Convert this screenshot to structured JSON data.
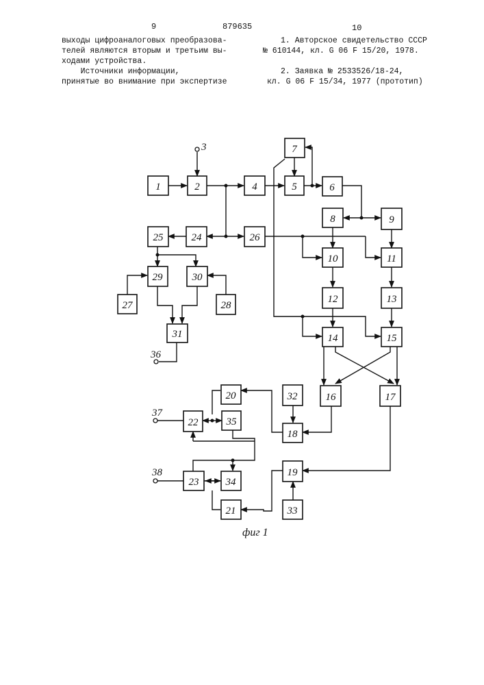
{
  "header": {
    "page_left": "9",
    "patent_number": "879635",
    "page_right": "10"
  },
  "left_column": [
    "выходы цифроаналоговых преобразова-",
    "телей являются вторым и третьим вы-",
    "ходами устройства.",
    "    Источники информации,",
    "принятые во внимание при экспертизе"
  ],
  "right_column": [
    "1. Авторское свидетельство СССР",
    "№ 610144, кл. G 06 F 15/20, 1978.",
    "",
    "2. Заявка № 2533526/18-24,",
    "кл. G 06 F 15/34, 1977 (прототип)"
  ],
  "figure": {
    "caption": "фиг 1",
    "blocks": [
      "1",
      "2",
      "4",
      "5",
      "6",
      "7",
      "8",
      "9",
      "10",
      "11",
      "12",
      "13",
      "14",
      "15",
      "16",
      "17",
      "18",
      "19",
      "20",
      "21",
      "22",
      "23",
      "24",
      "25",
      "26",
      "27",
      "28",
      "29",
      "30",
      "31",
      "32",
      "33",
      "34",
      "35"
    ],
    "terminals": [
      "3",
      "36",
      "37",
      "38"
    ]
  }
}
